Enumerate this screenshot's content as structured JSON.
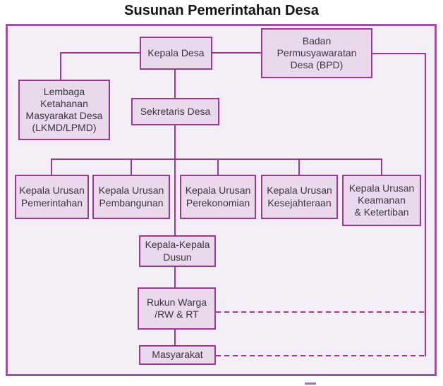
{
  "title": "Susunan Pemerintahan Desa",
  "colors": {
    "accent": "#9C3A90",
    "box_fill": "#EAD9EC",
    "frame_bg": "#F4EFF7",
    "frame_border": "#9D54A0",
    "text": "#3A3540",
    "title": "#141414"
  },
  "nodes": {
    "kepala_desa": {
      "label": "Kepala Desa"
    },
    "bpd": {
      "label": "Badan\nPermusyawaratan\nDesa (BPD)"
    },
    "lkmd": {
      "label": "Lembaga\nKetahanan\nMasyarakat Desa\n(LKMD/LPMD)"
    },
    "sekretaris_desa": {
      "label": "Sekretaris Desa"
    },
    "kaur_pemerintahan": {
      "label": "Kepala Urusan\nPemerintahan"
    },
    "kaur_pembangunan": {
      "label": "Kepala Urusan\nPembangunan"
    },
    "kaur_perekonomian": {
      "label": "Kepala Urusan\nPerekonomian"
    },
    "kaur_kesejahteraan": {
      "label": "Kepala Urusan\nKesejahteraan"
    },
    "kaur_keamanan": {
      "label": "Kepala Urusan\nKeamanan\n& Ketertiban"
    },
    "kepala_dusun": {
      "label": "Kepala-Kepala\nDusun"
    },
    "rukun_warga": {
      "label": "Rukun Warga\n/RW & RT"
    },
    "masyarakat": {
      "label": "Masyarakat"
    }
  },
  "edges": [
    {
      "from": "kepala_desa",
      "to": "lkmd",
      "style": "solid"
    },
    {
      "from": "kepala_desa",
      "to": "bpd",
      "style": "solid"
    },
    {
      "from": "kepala_desa",
      "to": "sekretaris_desa",
      "style": "solid"
    },
    {
      "from": "sekretaris_desa",
      "to": "kaur_pemerintahan",
      "style": "solid"
    },
    {
      "from": "sekretaris_desa",
      "to": "kaur_pembangunan",
      "style": "solid"
    },
    {
      "from": "sekretaris_desa",
      "to": "kaur_perekonomian",
      "style": "solid"
    },
    {
      "from": "sekretaris_desa",
      "to": "kaur_kesejahteraan",
      "style": "solid"
    },
    {
      "from": "sekretaris_desa",
      "to": "kaur_keamanan",
      "style": "solid"
    },
    {
      "from": "sekretaris_desa",
      "to": "kepala_dusun",
      "style": "solid"
    },
    {
      "from": "kepala_dusun",
      "to": "rukun_warga",
      "style": "solid"
    },
    {
      "from": "rukun_warga",
      "to": "masyarakat",
      "style": "solid"
    },
    {
      "from": "bpd",
      "to": "rukun_warga",
      "style": "dashed"
    },
    {
      "from": "bpd",
      "to": "masyarakat",
      "style": "dashed"
    }
  ]
}
